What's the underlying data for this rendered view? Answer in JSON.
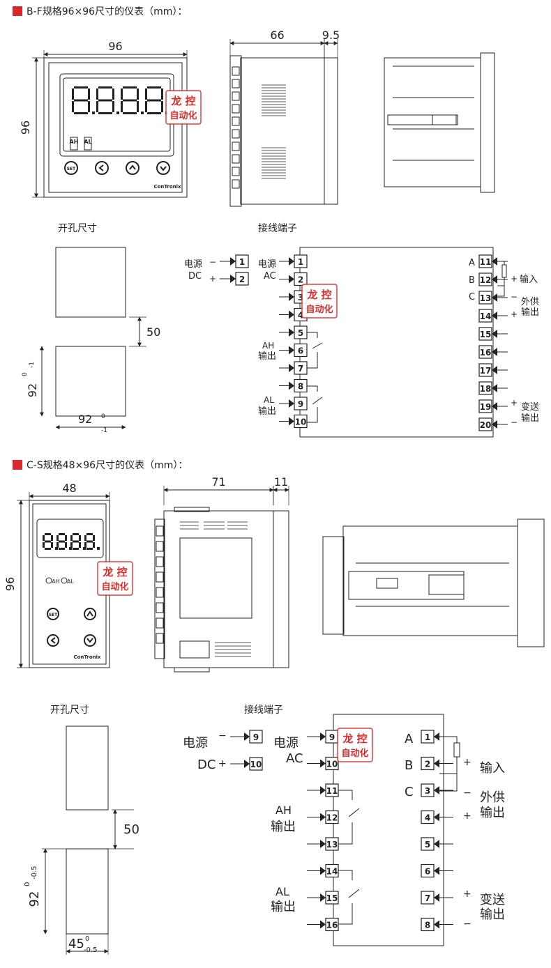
{
  "colors": {
    "accent": "#d9282f",
    "line": "#222222",
    "watermark": "#e02a2a"
  },
  "section1": {
    "title": "B-F规格96×96尺寸的仪表（mm）：",
    "dims": {
      "width": "96",
      "height": "96",
      "depth": "66",
      "bezel": "9.5"
    },
    "display": "8.8.8.8.",
    "brand": "ConTronix",
    "indicators": [
      "AH",
      "AL"
    ],
    "buttons": [
      "SET"
    ],
    "cutout": {
      "label": "开孔尺寸",
      "gap": "50",
      "size_w": "92",
      "size_h": "92",
      "tol_top": "0",
      "tol_bottom": "-1"
    },
    "wiring": {
      "label": "接线端子",
      "ext_labels": {
        "power_dc": "电源",
        "dc": "DC",
        "minus": "−",
        "plus": "+"
      },
      "left_labels": {
        "power": "电源",
        "ac": "AC",
        "ah": "AH",
        "out": "输出",
        "al": "AL"
      },
      "right_labels": {
        "A": "A",
        "B": "B",
        "C": "C",
        "input": "输入",
        "supply": "外供",
        "out": "输出",
        "transmit": "变送",
        "plus": "+",
        "minus": "−"
      },
      "ext_terminals": [
        "1",
        "2"
      ],
      "left_terminals": [
        "1",
        "2",
        "3",
        "4",
        "5",
        "6",
        "7",
        "8",
        "9",
        "10"
      ],
      "right_terminals": [
        "11",
        "12",
        "13",
        "14",
        "15",
        "16",
        "17",
        "18",
        "19",
        "20"
      ]
    }
  },
  "section2": {
    "title": "C-S规格48×96尺寸的仪表（mm）：",
    "dims": {
      "width": "48",
      "height": "96",
      "depth": "71",
      "bezel": "11"
    },
    "display": "8.8.8.8.",
    "brand": "ConTronix",
    "indicators": [
      "AH",
      "AL"
    ],
    "buttons": [
      "SET"
    ],
    "cutout": {
      "label": "开孔尺寸",
      "gap": "50",
      "size_h": "92",
      "size_w": "45",
      "tol_top": "0",
      "tol_bottom": "-0.5"
    },
    "wiring": {
      "label": "接线端子",
      "ext_labels": {
        "power_dc": "电源",
        "dc": "DC",
        "minus": "−",
        "plus": "+"
      },
      "left_labels": {
        "power": "电源",
        "ac": "AC",
        "ah": "AH",
        "out": "输出",
        "al": "AL"
      },
      "right_labels": {
        "A": "A",
        "B": "B",
        "C": "C",
        "input": "输入",
        "supply": "外供",
        "out": "输出",
        "transmit": "变送",
        "plus": "+",
        "minus": "−"
      },
      "ext_terminals": [
        "9",
        "10"
      ],
      "left_terminals": [
        "9",
        "10",
        "11",
        "12",
        "13",
        "14",
        "15",
        "16"
      ],
      "right_terminals": [
        "1",
        "2",
        "3",
        "4",
        "5",
        "6",
        "7",
        "8"
      ]
    }
  },
  "watermark": {
    "line1": "龙 控",
    "line2": "自动化"
  }
}
